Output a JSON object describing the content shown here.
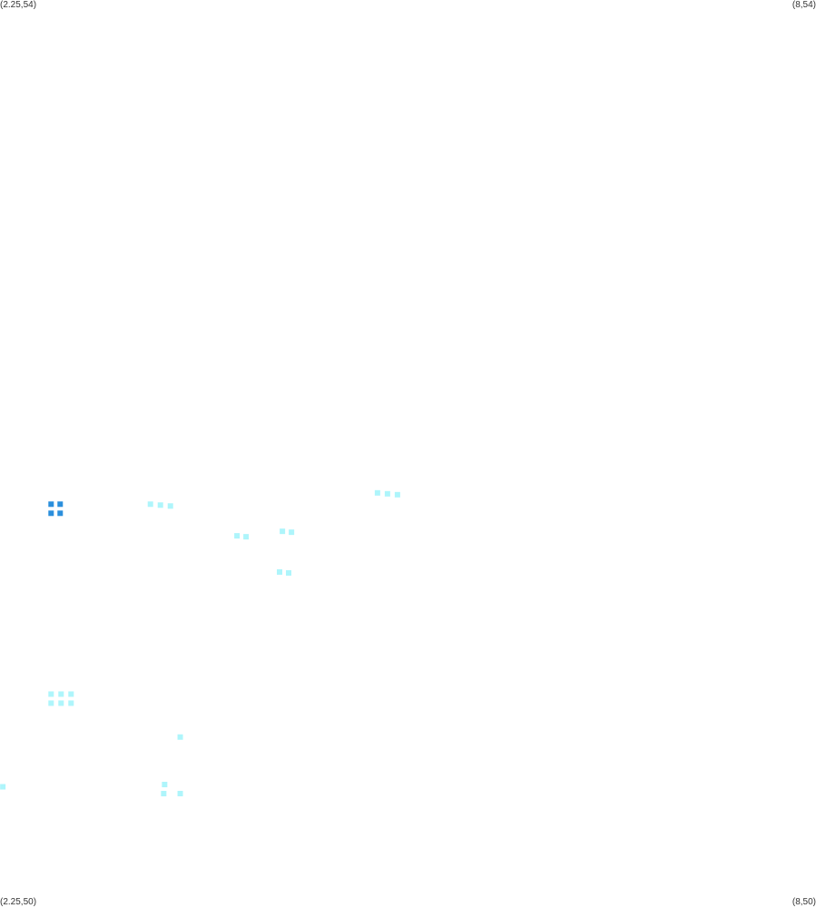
{
  "corners": {
    "top_left": "(2.25,54)",
    "top_right": "(8,54)",
    "bottom_left": "(2.25,50)",
    "bottom_right": "(8,50)"
  },
  "colors": {
    "background": "#ffffff",
    "marker_light": "#aef5fb",
    "marker_selected": "#2b8fdc",
    "text": "#333333"
  },
  "marker_groups": [
    {
      "name": "selected-marker-group",
      "color": "selected",
      "lon": 2.61,
      "lat": 51.77,
      "count": 4
    },
    {
      "name": "marker-group-1",
      "color": "light",
      "lon": 3.31,
      "lat": 51.77,
      "count": 3
    },
    {
      "name": "marker-group-2",
      "color": "light",
      "lon": 4.91,
      "lat": 51.82,
      "count": 3
    },
    {
      "name": "marker-group-3",
      "color": "light",
      "lon": 3.92,
      "lat": 51.63,
      "count": 2
    },
    {
      "name": "marker-group-4",
      "color": "light",
      "lon": 4.24,
      "lat": 51.65,
      "count": 2
    },
    {
      "name": "marker-group-5",
      "color": "light",
      "lon": 4.22,
      "lat": 51.47,
      "count": 2
    },
    {
      "name": "marker-group-6",
      "color": "light",
      "lon": 2.61,
      "lat": 50.93,
      "count": 6
    },
    {
      "name": "marker-group-7",
      "color": "light",
      "lon": 3.52,
      "lat": 50.74,
      "count": 1
    },
    {
      "name": "marker-group-8",
      "color": "light",
      "lon": 2.27,
      "lat": 50.52,
      "count": 1
    },
    {
      "name": "marker-group-9",
      "color": "light",
      "lon": 3.41,
      "lat": 50.53,
      "count": 2
    },
    {
      "name": "marker-group-10",
      "color": "light",
      "lon": 3.52,
      "lat": 50.49,
      "count": 1
    }
  ]
}
